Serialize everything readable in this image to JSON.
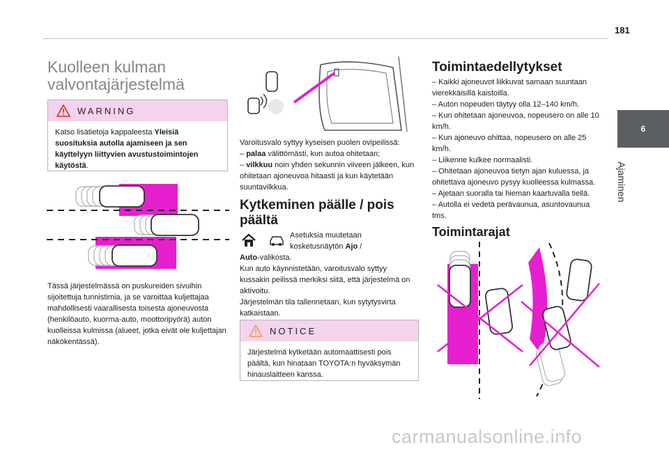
{
  "page": {
    "number": "181",
    "tab_number": "6",
    "tab_label": "Ajaminen"
  },
  "left": {
    "title_line1": "Kuolleen kulman",
    "title_line2": "valvontajärjestelmä",
    "warning": {
      "label": "WARNING",
      "t1": "Katso lisätietoja kappaleesta ",
      "b1": "Yleisiä suosituksia autolla ajamiseen ja sen käyttelyyn liittyvien avustustoimintojen käytöstä",
      "t2": "."
    },
    "description": "Tässä järjestelmässä on puskureiden sivuihin sijoitettuja tunnistimia, ja se varoittaa kuljettajaa mahdollisesti vaarallisesta toisesta ajoneuvosta (henkilöauto, kuorma-auto, moottoripyörä) auton kuolleissa kulmissa (alueet, jotka eivät ole kuljettajan näkökentässä)."
  },
  "middle": {
    "caption": "Varoitusvalo syttyy kyseisen puolen ovipeilissä:",
    "li1_dash": "– ",
    "li1_b": "palaa",
    "li1_t": " välittömästi, kun autoa ohitetaan;",
    "li2_dash": "– ",
    "li2_b": "vilkkuu",
    "li2_t": " noin yhden sekunnin viiveen jälkeen, kun ohitetaan ajoneuvoa hitaasti ja kun käytetään suuntavilkkua.",
    "heading_line1": "Kytkeminen päälle / pois",
    "heading_line2": "päältä",
    "settings_line1": "Asetuksia muutetaan",
    "settings_line2": "kosketusnäytön ",
    "settings_b1": "Ajo",
    "settings_t1": " /",
    "settings_b2": "Auto",
    "settings_t2": "-valikosta.",
    "p1": "Kun auto käynnistetään, varoitusvalo syttyy kussakin peilissä merkiksi siitä, että järjestelmä on aktivoitu.",
    "p2": "Järjestelmän tila tallennetaan, kun sytytysvirta katkaistaan.",
    "notice": {
      "label": "NOTICE",
      "text": "Järjestelmä kytketään automaattisesti pois päältä, kun hinataan TOYOTA:n hyväksymän hinauslaitteen kanssa."
    }
  },
  "right": {
    "heading1": "Toimintaedellytykset",
    "conditions": [
      "–  Kaikki ajoneuvot liikkuvat samaan suuntaan vierekkäisillä kaistoilla.",
      "–  Auton nopeuden täytyy olla 12–140 km/h.",
      "–  Kun ohitetaan ajoneuvoa, nopeusero on alle 10 km/h.",
      "–  Kun ajoneuvo ohittaa, nopeusero on alle 25 km/h.",
      "–  Liikenne kulkee normaalisti.",
      "–  Ohitetaan ajoneuvoa tietyn ajan kuluessa, ja ohitettava ajoneuvo pysyy kuolleessa kulmassa.",
      "–  Ajetaan suoralla tai hieman kaartuvalla tiellä.",
      "–  Autolla ei vedetä perävaunua, asuntovaunua tms."
    ],
    "heading2": "Toimintarajat"
  },
  "footer": {
    "watermark": "carmanualsonline.info"
  },
  "colors": {
    "accent": "#e61fcf",
    "box_header": "#f5d3ee",
    "tab_bg": "#5c5f61"
  }
}
